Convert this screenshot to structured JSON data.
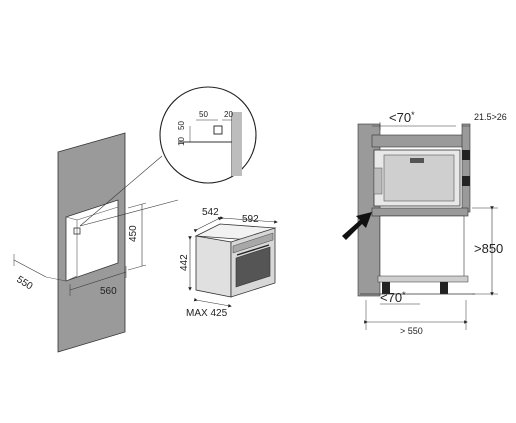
{
  "left_diagram": {
    "detail": {
      "d50": "50",
      "d20": "20",
      "d50v": "50",
      "d10": "10"
    },
    "cavity": {
      "width": "560",
      "height": "450",
      "depth": "550"
    }
  },
  "middle_diagram": {
    "oven": {
      "depth": "542",
      "width": "592",
      "height": "442",
      "max_depth": "MAX 425"
    }
  },
  "right_diagram": {
    "top_clearance": "<70",
    "top_star": "*",
    "side_gap": "21.5>26",
    "height": ">850",
    "bottom_clearance": "<70",
    "bottom_star": "*",
    "depth": "> 550"
  }
}
